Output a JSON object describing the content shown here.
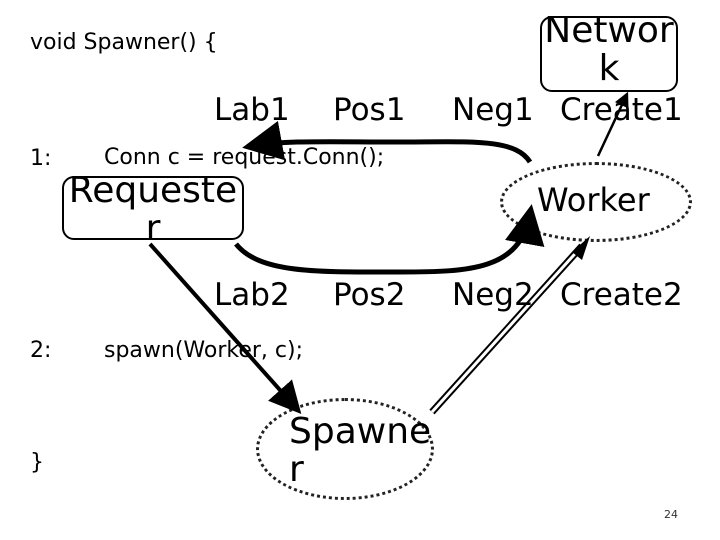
{
  "code": {
    "header": "void Spawner() {",
    "line1_num": "1:",
    "line1": "Conn c = request.Conn();",
    "line2_num": "2:",
    "line2": "spawn(Worker, c);",
    "closing": "}"
  },
  "labels": {
    "row1": [
      "Lab1",
      "Pos1",
      "Neg1",
      "Create1"
    ],
    "row2": [
      "Lab2",
      "Pos2",
      "Neg2",
      "Create2"
    ]
  },
  "nodes": {
    "network": "Networ k",
    "requester": "Requeste r",
    "worker": "Worker",
    "spawner": "Spawne r"
  },
  "page_number": "24"
}
